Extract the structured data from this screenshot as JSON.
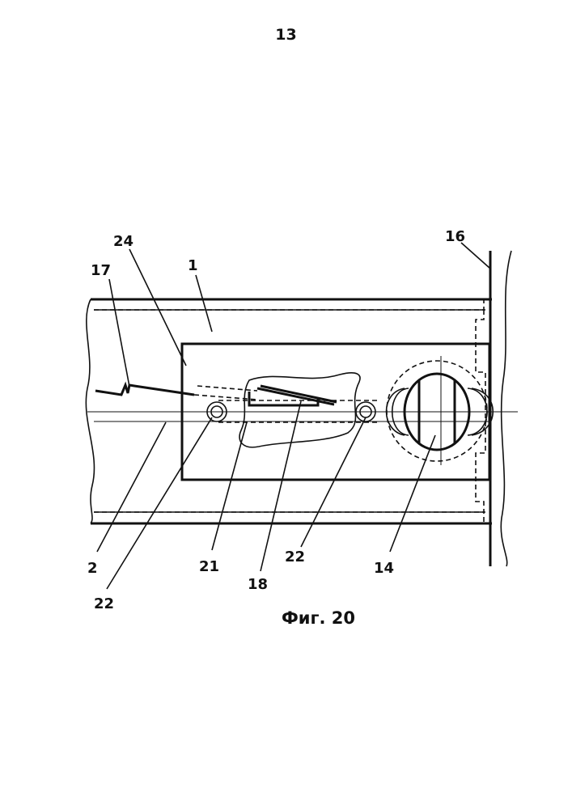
{
  "page_number": "13",
  "figure_caption": "Фиг. 20",
  "labels": {
    "l24": "24",
    "l1": "1",
    "l17": "17",
    "l16": "16",
    "l2": "2",
    "l22a": "22",
    "l21": "21",
    "l18": "18",
    "l22b": "22",
    "l14": "14"
  }
}
